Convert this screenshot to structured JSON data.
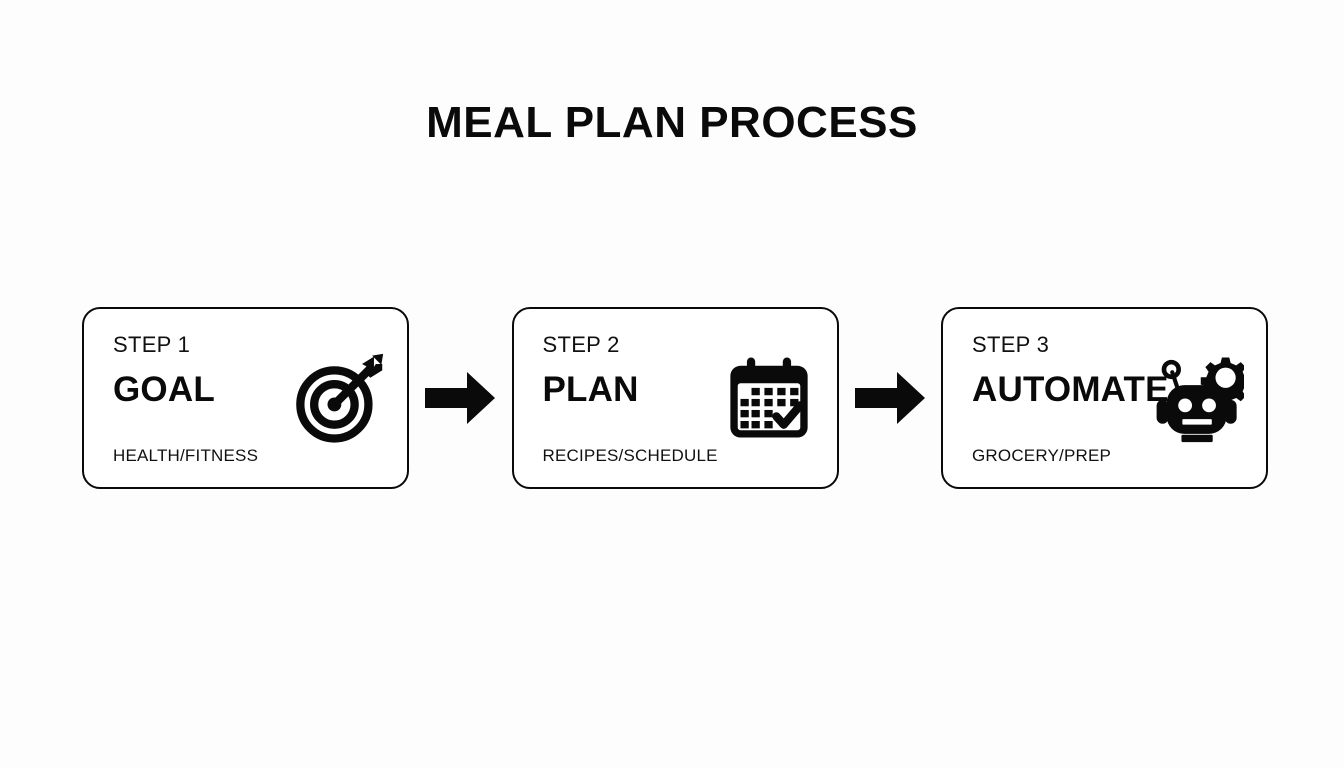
{
  "page": {
    "title": "MEAL PLAN PROCESS",
    "background_color": "#fdfdfe",
    "ink_color": "#0a0a0a"
  },
  "flow": {
    "connector_icon": "arrow-right-icon",
    "steps": [
      {
        "step_label": "STEP 1",
        "title": "GOAL",
        "subtitle": "HEALTH/FITNESS",
        "icon": "target-arrow-icon"
      },
      {
        "step_label": "STEP 2",
        "title": "PLAN",
        "subtitle": "RECIPES/SCHEDULE",
        "icon": "calendar-check-icon"
      },
      {
        "step_label": "STEP 3",
        "title": "AUTOMATE",
        "subtitle": "GROCERY/PREP",
        "icon": "robot-gear-icon"
      }
    ]
  }
}
